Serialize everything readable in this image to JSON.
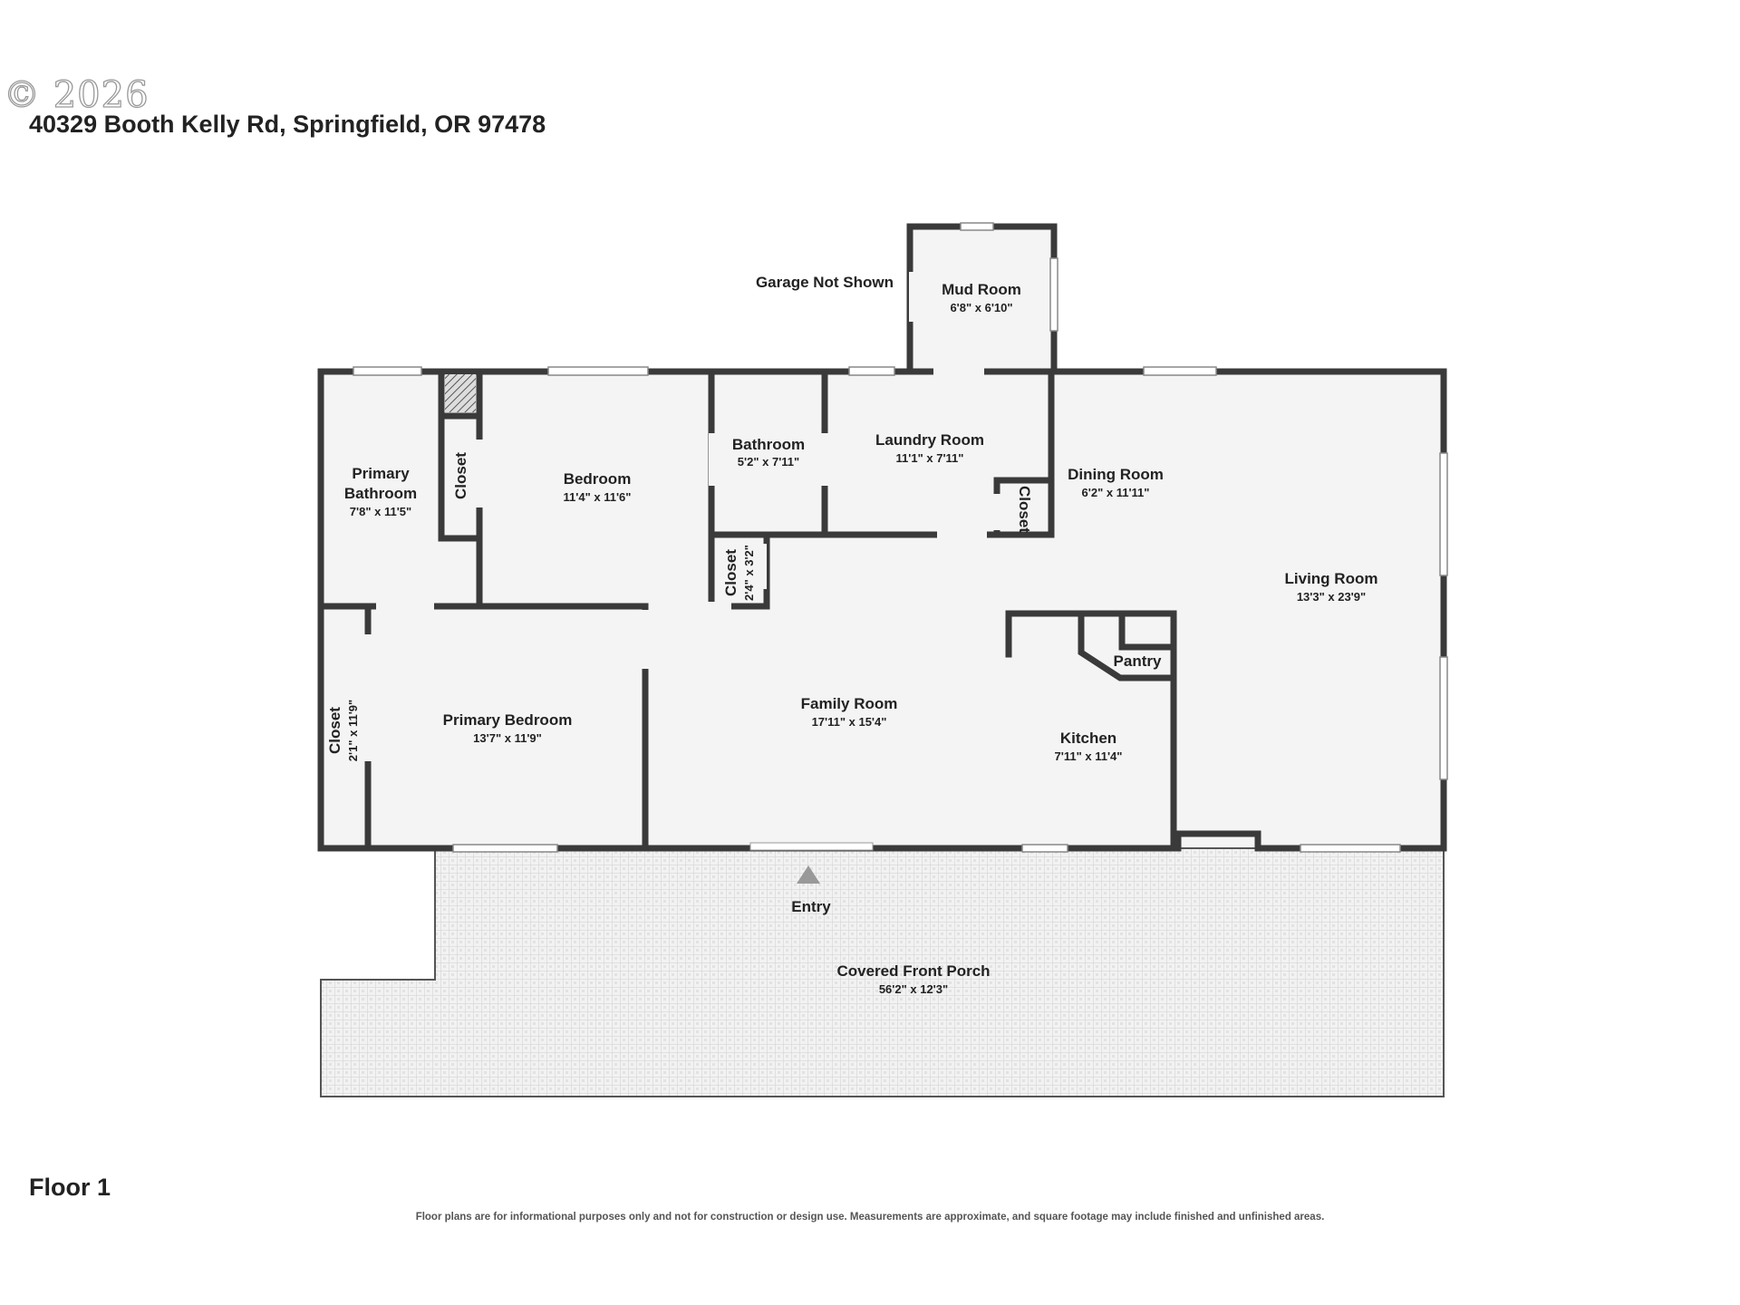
{
  "copyright": "© 2026",
  "address": "40329 Booth Kelly Rd, Springfield, OR 97478",
  "floor_label": "Floor 1",
  "disclaimer": "Floor plans are for informational purposes only and not for construction or design use. Measurements are approximate, and square footage may include finished and unfinished areas.",
  "notes": {
    "garage": "Garage Not Shown",
    "entry": "Entry"
  },
  "rooms": {
    "mud_room": {
      "name": "Mud Room",
      "dims": "6'8\" x 6'10\""
    },
    "primary_bathroom": {
      "name_line1": "Primary",
      "name_line2": "Bathroom",
      "dims": "7'8\" x 11'5\""
    },
    "closet_small": {
      "name": "Closet"
    },
    "bedroom": {
      "name": "Bedroom",
      "dims": "11'4\" x 11'6\""
    },
    "bathroom": {
      "name": "Bathroom",
      "dims": "5'2\" x 7'11\""
    },
    "laundry_room": {
      "name": "Laundry Room",
      "dims": "11'1\" x 7'11\""
    },
    "dining_room": {
      "name": "Dining Room",
      "dims": "6'2\" x 11'11\""
    },
    "closet_dining": {
      "name": "Closet"
    },
    "living_room": {
      "name": "Living Room",
      "dims": "13'3\" x 23'9\""
    },
    "closet_hall": {
      "name": "Closet",
      "dims": "2'4\" x 3'2\""
    },
    "pantry": {
      "name": "Pantry"
    },
    "closet_primary": {
      "name": "Closet",
      "dims": "2'1\" x 11'9\""
    },
    "primary_bedroom": {
      "name": "Primary Bedroom",
      "dims": "13'7\" x 11'9\""
    },
    "family_room": {
      "name": "Family Room",
      "dims": "17'11\" x 15'4\""
    },
    "kitchen": {
      "name": "Kitchen",
      "dims": "7'11\" x 11'4\""
    },
    "covered_front_porch": {
      "name": "Covered Front Porch",
      "dims": "56'2\" x 12'3\""
    }
  },
  "colors": {
    "wall": "#3a3a3a",
    "floor": "#f4f4f4",
    "porch": "#ececec",
    "window": "#ffffff"
  }
}
